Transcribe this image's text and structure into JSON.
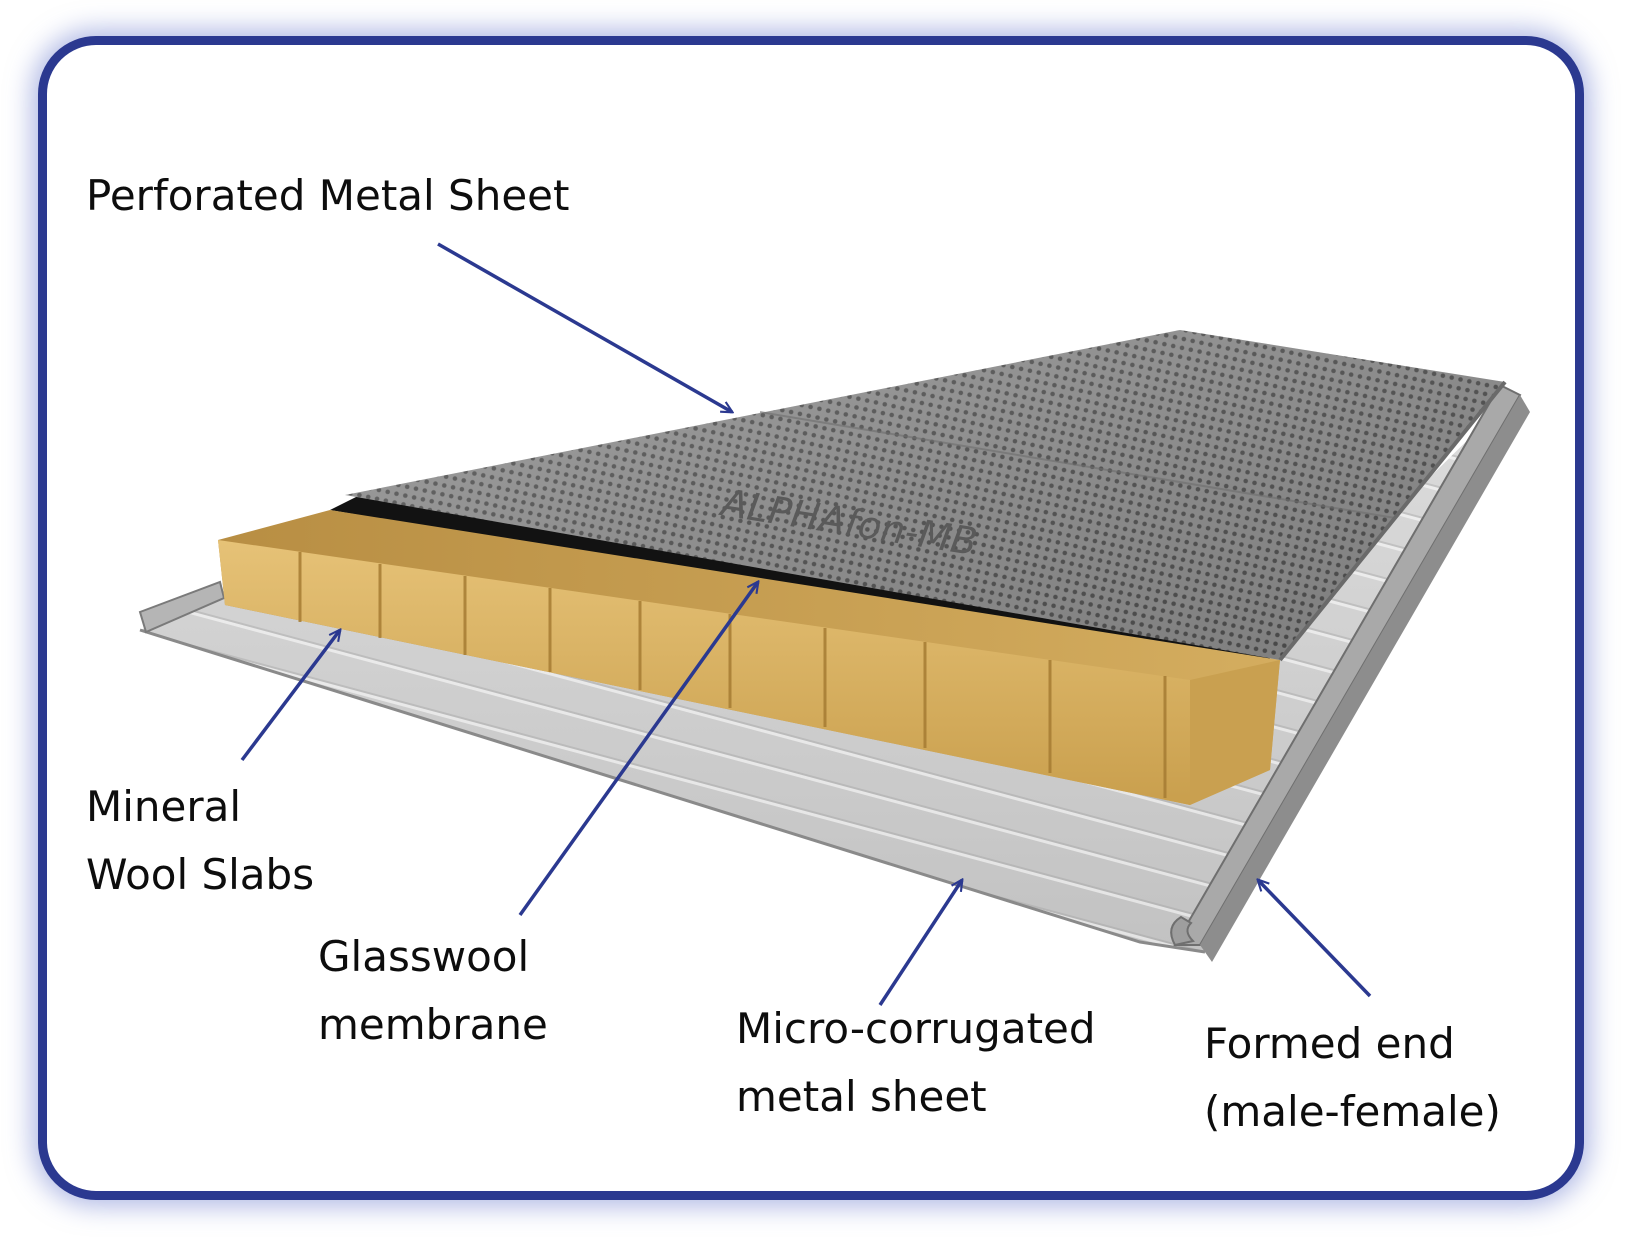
{
  "labels": {
    "perforated_sheet": "Perforated Metal Sheet",
    "mineral_wool": [
      "Mineral",
      "Wool Slabs"
    ],
    "glasswool": [
      "Glasswool",
      "membrane"
    ],
    "micro_corrugated": [
      "Micro-corrugated",
      "metal sheet"
    ],
    "formed_end": [
      "Formed end",
      "(male-female)"
    ]
  },
  "brand_mark": "ALPHAfon-MB",
  "colors": {
    "frame": "#2b3990",
    "arrow": "#2b3990",
    "perforated_sheet": "#8c8c8c",
    "mineral_wool": "#d9b463",
    "glasswool_membrane": "#111111",
    "corrugated_sheet": "#cfcfcf"
  }
}
